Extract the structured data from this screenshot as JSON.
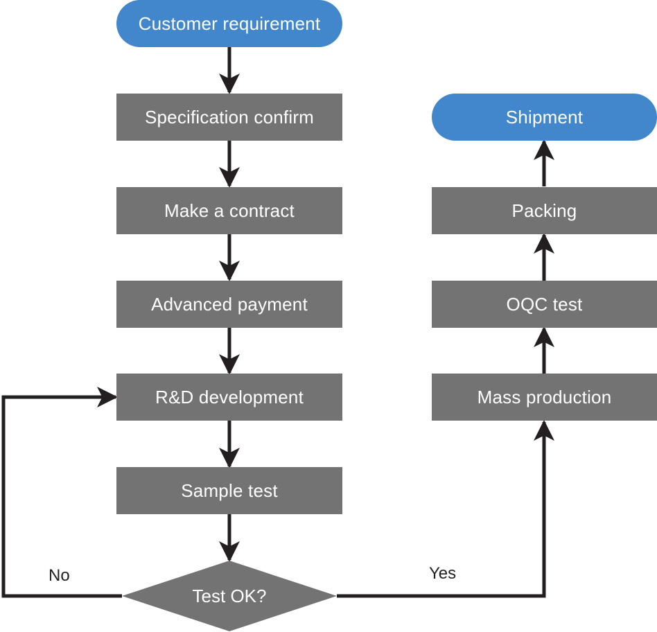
{
  "nodes": {
    "customer_requirement": "Customer requirement",
    "specification_confirm": "Specification confirm",
    "make_contract": "Make a contract",
    "advanced_payment": "Advanced payment",
    "rd_development": "R&D development",
    "sample_test": "Sample test",
    "decision": "Test OK?",
    "mass_production": "Mass production",
    "oqc_test": "OQC test",
    "packing": "Packing",
    "shipment": "Shipment"
  },
  "edge_labels": {
    "no": "No",
    "yes": "Yes"
  },
  "colors": {
    "terminal": "#4287cb",
    "process": "#737373",
    "arrow": "#231f20",
    "text": "#ffffff"
  }
}
